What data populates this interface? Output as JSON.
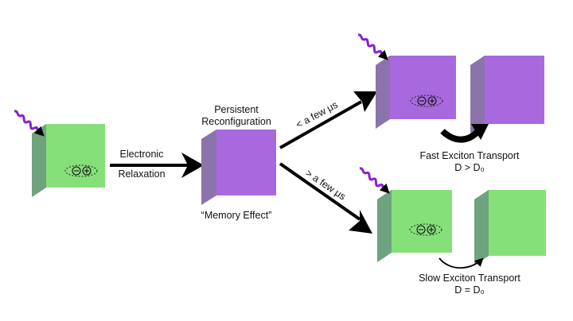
{
  "labels": {
    "electronic": "Electronic",
    "relaxation": "Relaxation",
    "persistent": "Persistent",
    "reconfiguration": "Reconfiguration",
    "memory_effect": "“Memory Effect”",
    "lt_few_us": "< a few μs",
    "gt_few_us": "> a few μs",
    "fast_transport": "Fast Exciton Transport",
    "fast_relation": "D > D₀",
    "slow_transport": "Slow Exciton Transport",
    "slow_relation": "D = D₀"
  },
  "colors": {
    "green_front": "#86e07a",
    "green_top": "#a8ec9e",
    "green_side": "#6fa27e",
    "purple_front": "#a869de",
    "purple_top": "#c69aee",
    "purple_side": "#8b74ab",
    "pulse": "#8a1fd6",
    "arrow": "#000000"
  },
  "icons": {
    "exciton": "electron-hole-pair-icon",
    "pulse": "laser-pulse-icon"
  }
}
